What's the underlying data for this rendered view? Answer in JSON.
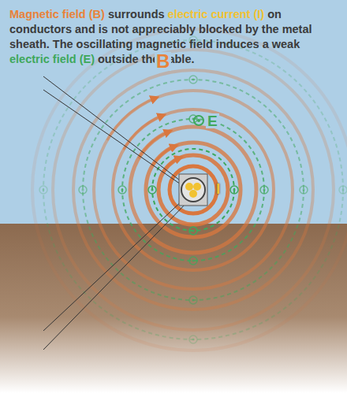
{
  "diagram": {
    "labels": [
      "Magnetic field (B)",
      "surrounds",
      "electric current (I)",
      "on conductors and is not appreciably blocked by the metal sheath.  The oscillating magnetic field induces a weak",
      "electric field (E)",
      "outside the cable.",
      "B",
      "E",
      "I"
    ]
  }
}
